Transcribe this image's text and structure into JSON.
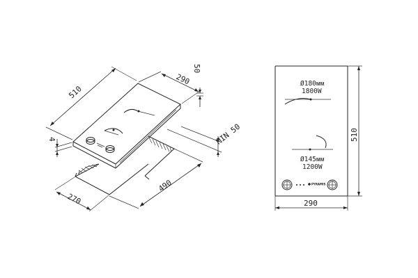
{
  "iso_view": {
    "width_label": "510",
    "depth_label": "290",
    "thickness_label": "50",
    "side_thickness_label": "4",
    "clearance_label": "MIN 50",
    "cutout_length_label": "490",
    "cutout_width_label": "270"
  },
  "top_view": {
    "height_label": "510",
    "width_label": "290",
    "large_zone_diameter": "Ø180ᴍᴍ",
    "large_zone_power": "1800W",
    "small_zone_diameter": "Ø145ᴍᴍ",
    "small_zone_power": "1200W",
    "brand_label": "PYRAMIS"
  }
}
